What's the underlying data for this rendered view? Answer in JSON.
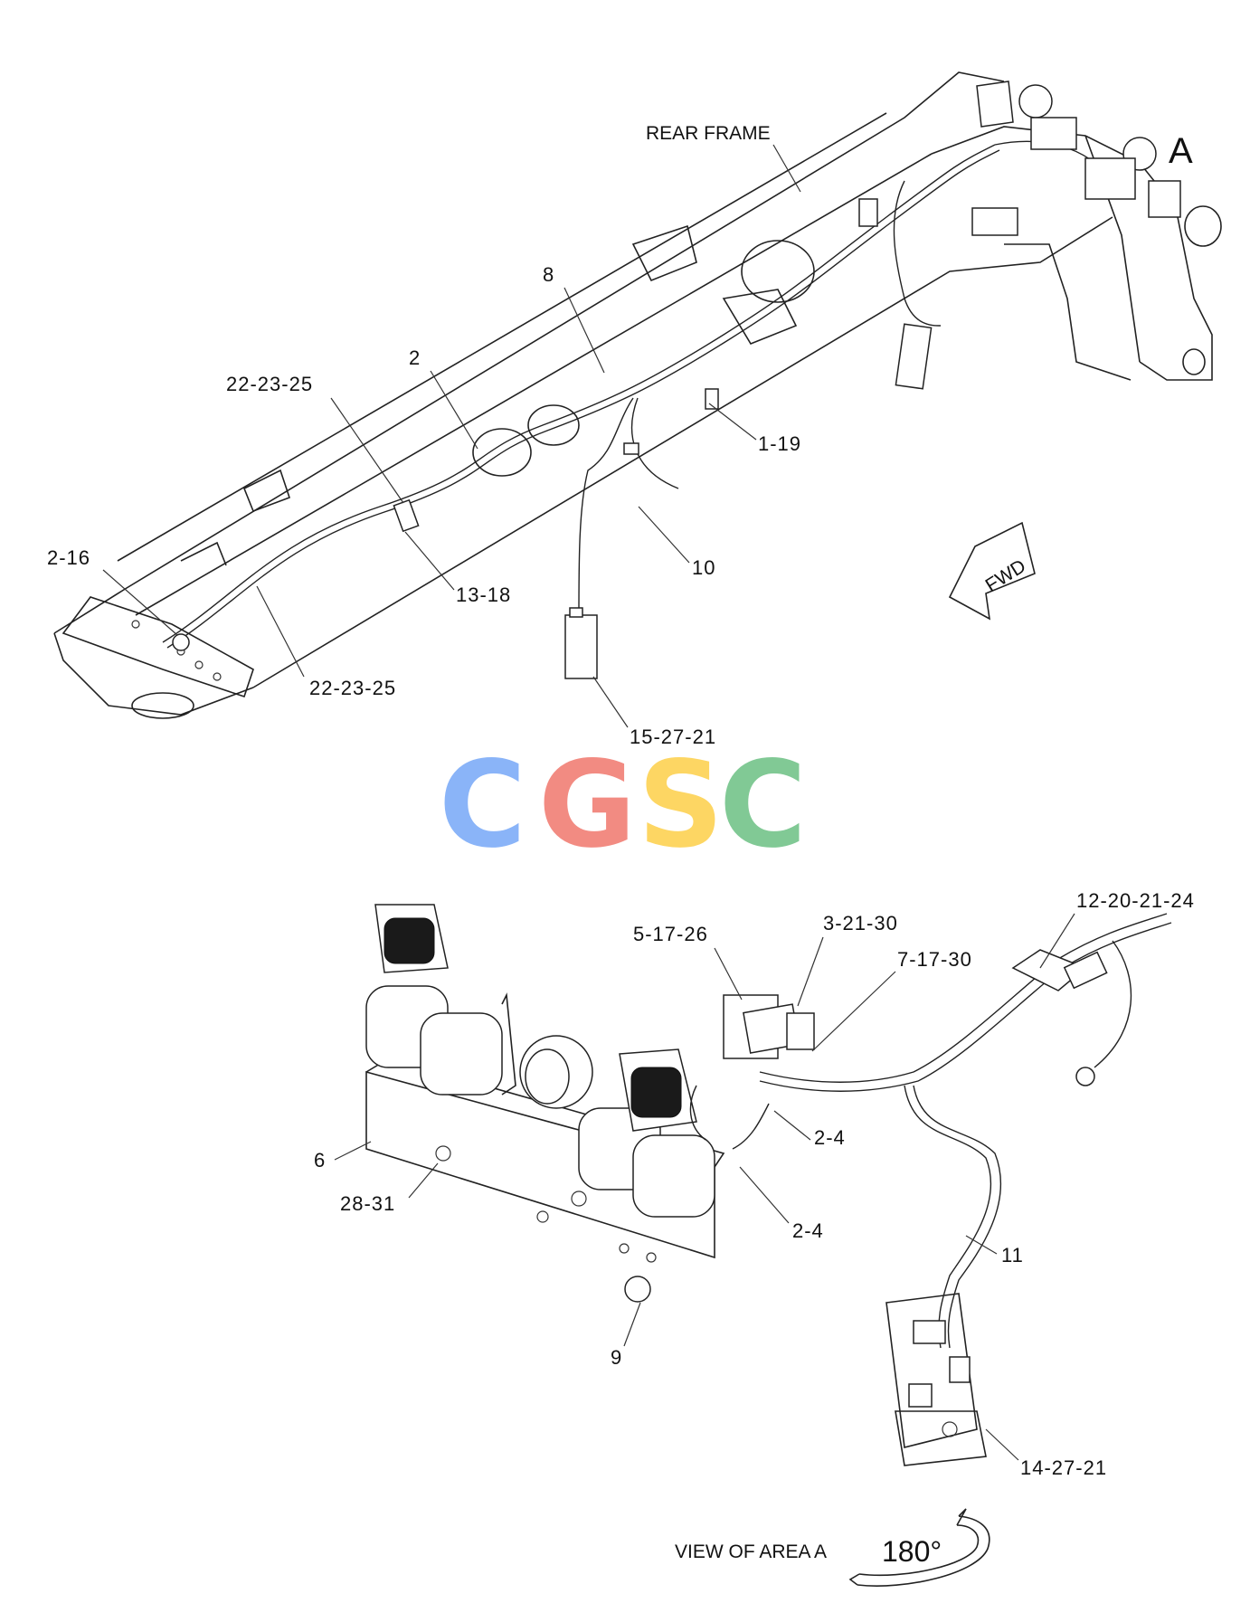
{
  "labels": {
    "rear_frame": "REAR FRAME",
    "area_a": "A",
    "fwd": "FWD",
    "view_of_area_a": "VIEW OF AREA A",
    "rotation": "180°"
  },
  "callouts": {
    "c_8": "8",
    "c_2": "2",
    "c_22_23_25_top": "22-23-25",
    "c_1_19": "1-19",
    "c_2_16": "2-16",
    "c_13_18": "13-18",
    "c_10": "10",
    "c_22_23_25_bottom": "22-23-25",
    "c_15_27_21": "15-27-21",
    "c_12_20_21_24": "12-20-21-24",
    "c_5_17_26": "5-17-26",
    "c_3_21_30": "3-21-30",
    "c_7_17_30": "7-17-30",
    "c_2_4_upper": "2-4",
    "c_6": "6",
    "c_28_31": "28-31",
    "c_2_4_lower": "2-4",
    "c_11": "11",
    "c_9": "9",
    "c_14_27_21": "14-27-21"
  },
  "logo": {
    "letters": [
      "C",
      "G",
      "S",
      "C"
    ],
    "colors": [
      "#8ab4f8",
      "#f28b82",
      "#fdd663",
      "#81c995"
    ]
  }
}
